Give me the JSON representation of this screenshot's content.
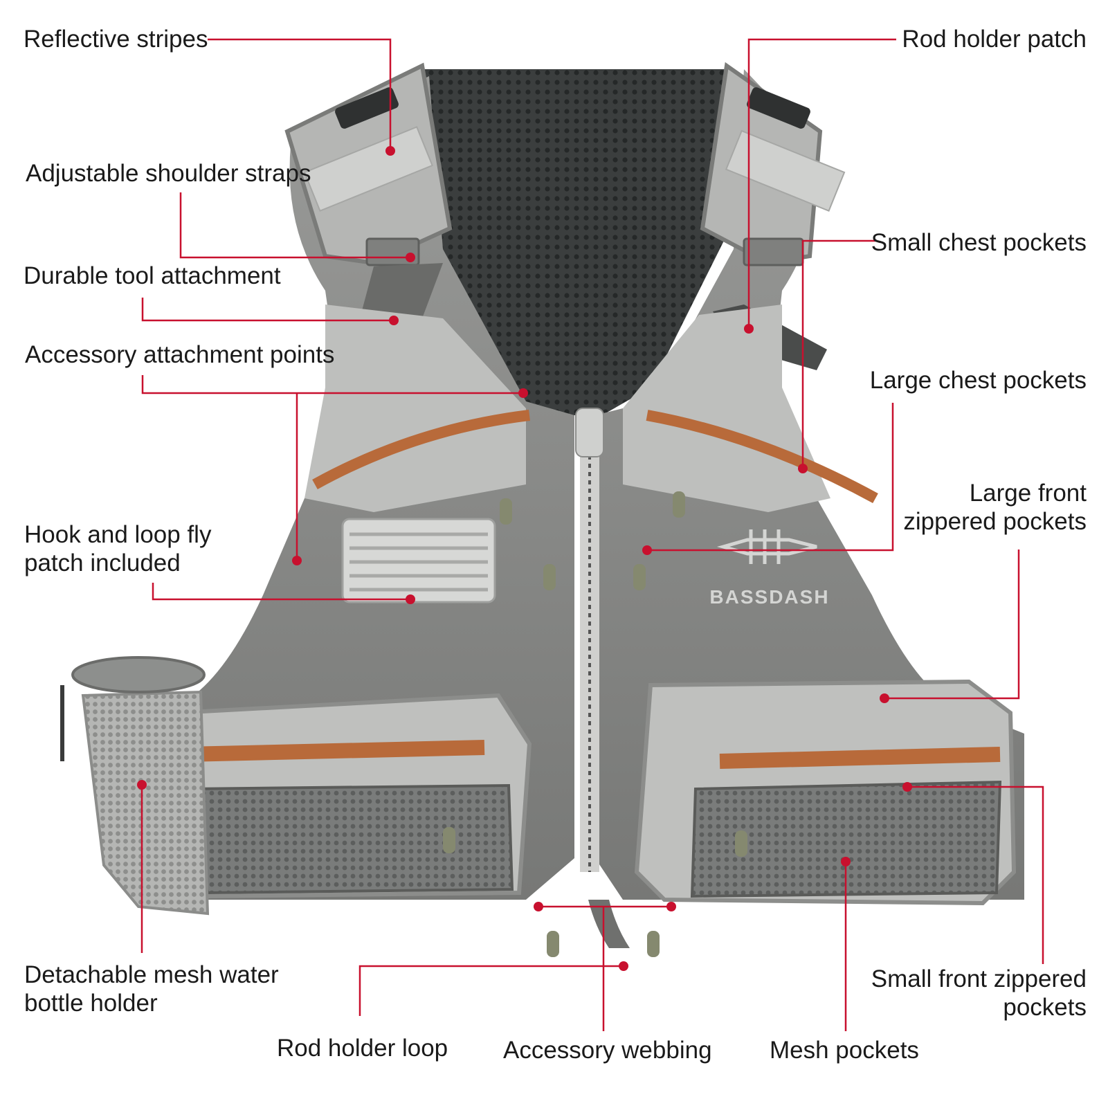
{
  "brand": {
    "logo_text": "BASSDASH"
  },
  "colors": {
    "callout_line": "#c8102e",
    "label_text": "#1a1a1a",
    "vest_gray_light": "#b9b9b7",
    "vest_gray_mid": "#8e8f8d",
    "vest_gray_dark": "#6c6d6b",
    "mesh_dark": "#3a3d3d",
    "zipper_orange": "#b86a3a",
    "stitch_orange": "#d88458"
  },
  "callouts": [
    {
      "id": "reflective-stripes",
      "lines": [
        "Reflective stripes"
      ]
    },
    {
      "id": "adjustable-shoulder-straps",
      "lines": [
        "Adjustable shoulder straps"
      ]
    },
    {
      "id": "durable-tool-attachment",
      "lines": [
        "Durable tool attachment"
      ]
    },
    {
      "id": "accessory-attachment-points",
      "lines": [
        "Accessory attachment points"
      ]
    },
    {
      "id": "hook-and-loop-fly-patch",
      "lines": [
        "Hook and loop fly",
        "patch included"
      ]
    },
    {
      "id": "detachable-mesh-water-bottle-holder",
      "lines": [
        "Detachable mesh water",
        "bottle holder"
      ]
    },
    {
      "id": "rod-holder-loop",
      "lines": [
        "Rod holder loop"
      ]
    },
    {
      "id": "accessory-webbing",
      "lines": [
        "Accessory webbing"
      ]
    },
    {
      "id": "mesh-pockets",
      "lines": [
        "Mesh pockets"
      ]
    },
    {
      "id": "small-front-zippered-pockets",
      "lines": [
        "Small front zippered",
        "pockets"
      ]
    },
    {
      "id": "large-front-zippered-pockets",
      "lines": [
        "Large front",
        "zippered pockets"
      ]
    },
    {
      "id": "large-chest-pockets",
      "lines": [
        "Large chest pockets"
      ]
    },
    {
      "id": "small-chest-pockets",
      "lines": [
        "Small chest pockets"
      ]
    },
    {
      "id": "rod-holder-patch",
      "lines": [
        "Rod holder patch"
      ]
    }
  ]
}
